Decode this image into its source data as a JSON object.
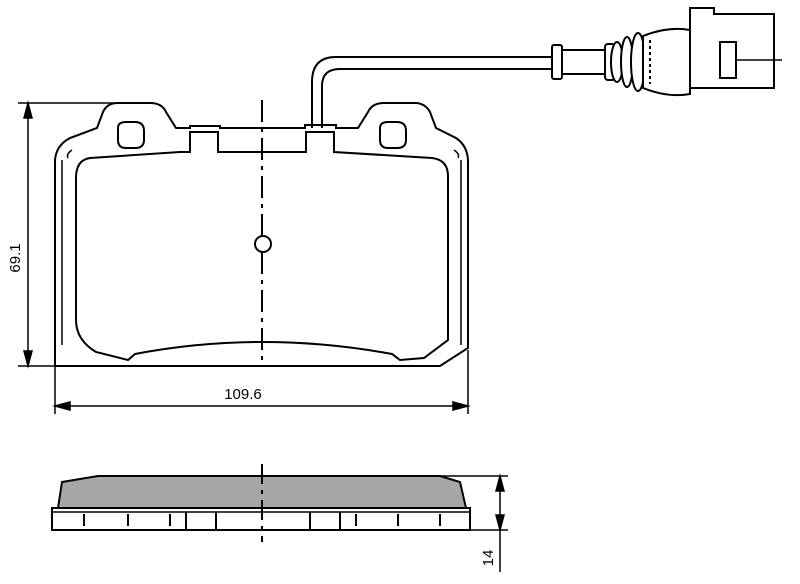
{
  "dimensions": {
    "height": "69.1",
    "width": "109.6",
    "thickness": "14"
  },
  "colors": {
    "line": "#000000",
    "friction_fill": "#a6a6a6",
    "background": "#ffffff"
  }
}
